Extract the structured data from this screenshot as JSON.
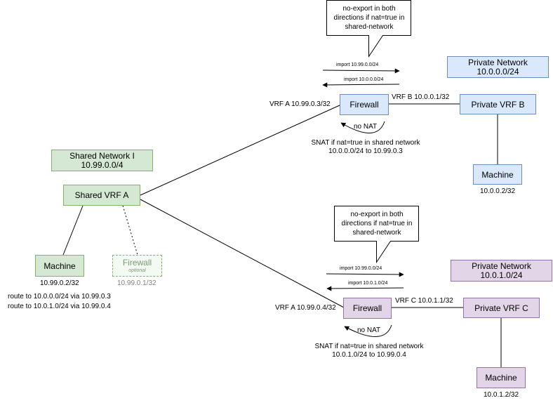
{
  "shared": {
    "network_label": "Shared Network I\n10.99.0.0/4",
    "vrf": "Shared VRF A",
    "machine": "Machine",
    "machine_ip": "10.99.0.2/32",
    "firewall": "Firewall",
    "firewall_sub": "optional",
    "firewall_ip": "10.99.0.1/32",
    "route_1": "route to 10.0.0.0/24 via 10.99.0.3",
    "route_2": "route to 10.0.1.0/24 via 10.99.0.4"
  },
  "private_b": {
    "network_label": "Private Network\n10.0.0.0/24",
    "vrf": "Private VRF B",
    "machine": "Machine",
    "machine_ip": "10.0.0.2/32",
    "firewall": "Firewall",
    "vrf_a_label": "VRF A 10.99.0.3/32",
    "vrf_b_label": "VRF B 10.0.0.1/32",
    "note": "no-export in both\ndirections if nat=true in\nshared-network",
    "import_1": "import 10.99.0.0/24",
    "import_2": "import 10.0.0.0/24",
    "no_nat": "no NAT",
    "snat": "SNAT if nat=true in shared network\n10.0.0.0/24 to 10.99.0.3"
  },
  "private_c": {
    "network_label": "Private Network\n10.0.1.0/24",
    "vrf": "Private VRF C",
    "machine": "Machine",
    "machine_ip": "10.0.1.2/32",
    "firewall": "Firewall",
    "vrf_a_label": "VRF A 10.99.0.4/32",
    "vrf_c_label": "VRF C 10.0.1.1/32",
    "note": "no-export in both\ndirections if nat=true in\nshared-network",
    "import_1": "import 10.99.0.0/24",
    "import_2": "import 10.0.1.0/24",
    "no_nat": "no NAT",
    "snat": "SNAT if nat=true in shared network\n10.0.1.0/24 to 10.99.0.4"
  },
  "colors": {
    "blue_fill": "#dae8fc",
    "green_fill": "#d5e8d4",
    "purple_fill": "#e1d5e7"
  }
}
